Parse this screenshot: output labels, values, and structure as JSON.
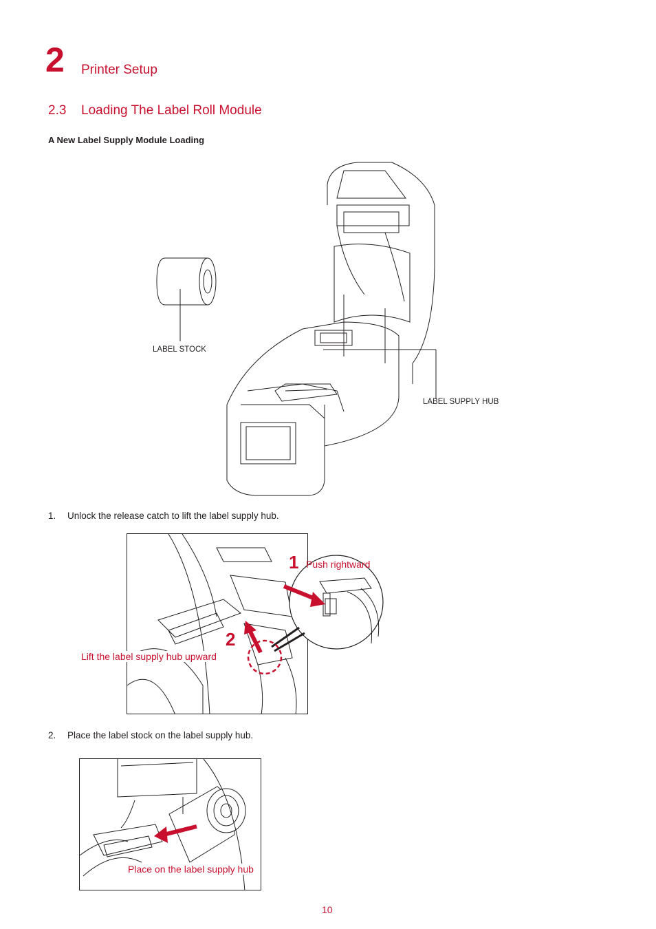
{
  "header": {
    "chapter_number": "2",
    "chapter_title": "Printer Setup"
  },
  "section": {
    "number": "2.3",
    "title": "Loading The Label Roll Module"
  },
  "subheading": "A New Label Supply Module Loading",
  "figure1": {
    "label_stock": "LABEL STOCK",
    "label_supply_hub": "LABEL SUPPLY HUB"
  },
  "steps": [
    {
      "number": "1.",
      "text": "Unlock the release catch to lift the label supply hub."
    },
    {
      "number": "2.",
      "text": "Place the label stock on the label supply hub."
    }
  ],
  "figure2": {
    "callout1_number": "1",
    "callout1_text": "Push rightward",
    "callout2_number": "2",
    "callout2_text": "Lift the label supply hub upward"
  },
  "figure3": {
    "caption": "Place on the label supply hub"
  },
  "footer": {
    "page_number": "10"
  },
  "colors": {
    "accent_red": "#c8102e",
    "text": "#231f20"
  }
}
